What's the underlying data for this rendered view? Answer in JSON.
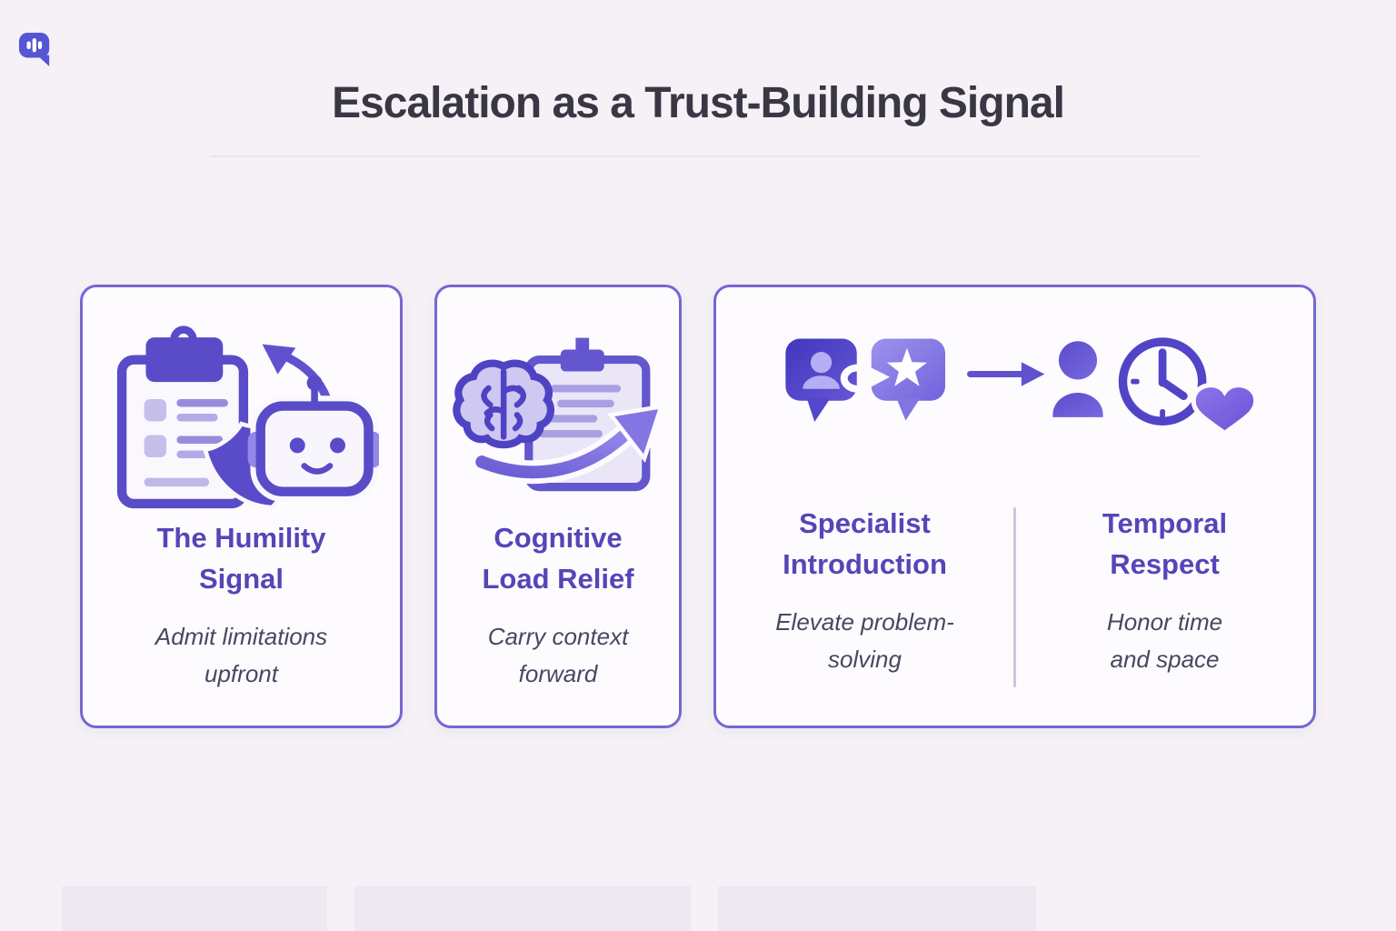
{
  "page": {
    "title": "Escalation as a Trust-Building Signal"
  },
  "colors": {
    "background": "#f5f1f7",
    "card_background": "#fdfbfe",
    "card_border": "#7567d2",
    "page_title_text": "#3a3744",
    "card_title_text": "#5645b8",
    "card_subtitle_text": "#4b4660",
    "icon_primary": "#5a4bc8",
    "accent": "#6052ce",
    "logo": "#5456d6"
  },
  "icons": {
    "logo": "voice-chat-bubble-icon",
    "card_humility": [
      "clipboard-checklist-icon",
      "curved-arrow-icon",
      "shield-icon",
      "robot-face-icon"
    ],
    "card_cognitive": [
      "brain-icon",
      "document-clipboard-icon",
      "forward-swoosh-arrow-icon"
    ],
    "card_specialist": [
      "user-chat-bubble-icon",
      "handoff-arrow-icon",
      "star-chat-bubble-icon",
      "right-arrow-icon"
    ],
    "card_temporal": [
      "person-icon",
      "clock-icon",
      "heart-icon"
    ]
  },
  "cards": [
    {
      "id": "humility",
      "title": "The Humility\nSignal",
      "subtitle": "Admit limitations\nupfront"
    },
    {
      "id": "cognitive",
      "title": "Cognitive\nLoad Relief",
      "subtitle": "Carry context\nforward"
    },
    {
      "id": "specialist-temporal",
      "sections": [
        {
          "title": "Specialist\nIntroduction",
          "subtitle": "Elevate problem-\nsolving"
        },
        {
          "title": "Temporal\nRespect",
          "subtitle": "Honor time\nand space"
        }
      ]
    }
  ]
}
